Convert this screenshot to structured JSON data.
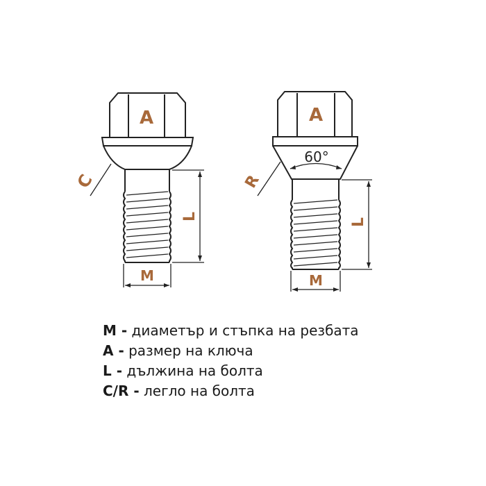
{
  "diagram": {
    "left_bolt": {
      "seat_type": "conical-spherical",
      "labels": {
        "hex": "A",
        "seat": "C",
        "length": "L",
        "thread": "M"
      }
    },
    "right_bolt": {
      "seat_type": "conical",
      "labels": {
        "hex": "A",
        "seat": "R",
        "length": "L",
        "thread": "M"
      },
      "angle": "60°"
    },
    "label_color": "#a8693a"
  },
  "legend": [
    {
      "key": "M -",
      "text": " диаметър и стъпка на резбата"
    },
    {
      "key": "A -",
      "text": " размер на ключа"
    },
    {
      "key": "L -",
      "text": " дължина на болта"
    },
    {
      "key": "C/R -",
      "text": " легло на болта"
    }
  ]
}
